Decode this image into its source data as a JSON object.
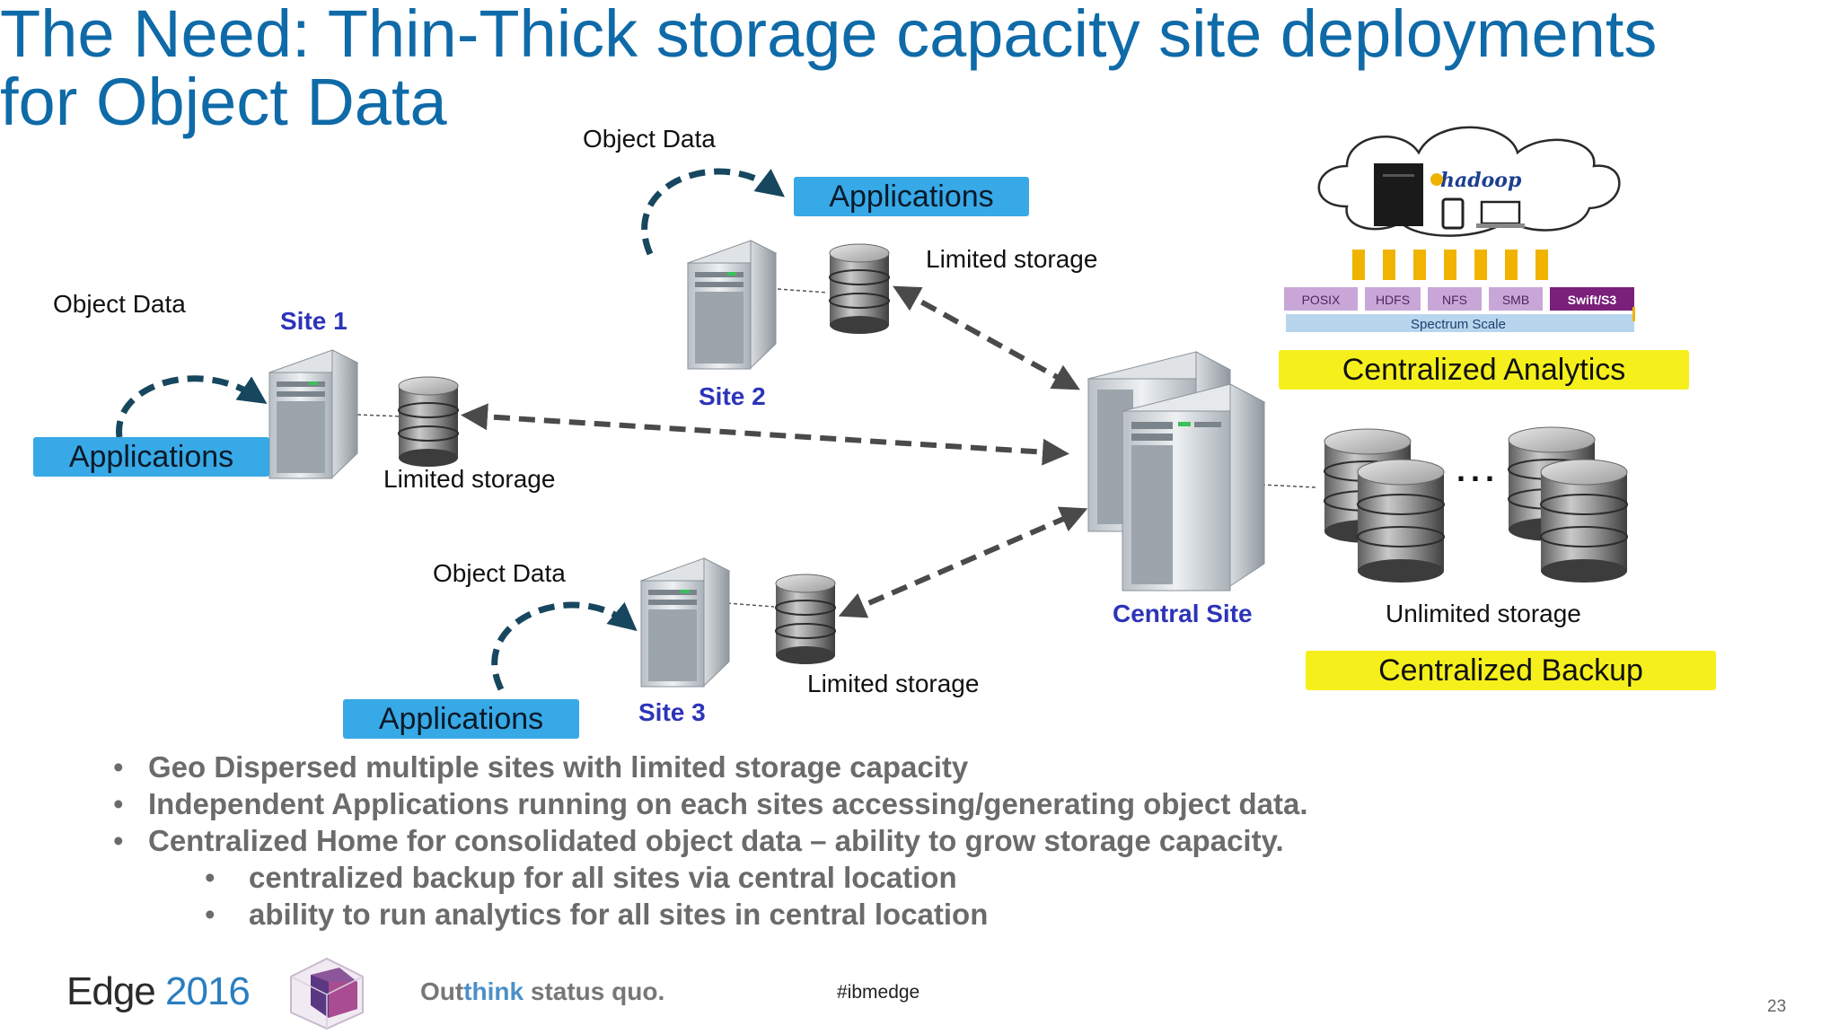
{
  "title": {
    "line1": "The Need: Thin-Thick storage capacity site deployments",
    "line2": "for Object Data"
  },
  "diagram": {
    "object_data_label": "Object Data",
    "applications_label": "Applications",
    "limited_storage_label": "Limited storage",
    "unlimited_storage_label": "Unlimited storage",
    "sites": {
      "site1": "Site 1",
      "site2": "Site 2",
      "site3": "Site 3",
      "central": "Central Site"
    },
    "centralized_analytics": "Centralized Analytics",
    "centralized_backup": "Centralized Backup",
    "ellipsis": "...",
    "protocols": [
      "POSIX",
      "HDFS",
      "NFS",
      "SMB",
      "Swift/S3"
    ],
    "spectrum_scale": "Spectrum Scale",
    "hadoop_logo": "hadoop",
    "colors": {
      "title": "#0f6aa8",
      "site_label": "#2d34b8",
      "applications_box": "#37a9e6",
      "highlight_box": "#f5f01c",
      "arrow": "#4a4a4a",
      "curved_arrow": "#17475e"
    }
  },
  "bullets": [
    "Geo Dispersed multiple sites with limited storage capacity",
    "Independent Applications running on each sites accessing/generating object data.",
    "Centralized Home for consolidated object data – ability to grow storage capacity."
  ],
  "sub_bullets": [
    "centralized backup for all sites via central location",
    "ability to run analytics for all sites in central location"
  ],
  "footer": {
    "edge": "Edge",
    "year": "2016",
    "tagline_prefix": "Out",
    "tagline_highlight": "think",
    "tagline_suffix": " status quo.",
    "hashtag": "#ibmedge",
    "page_number": "23"
  }
}
